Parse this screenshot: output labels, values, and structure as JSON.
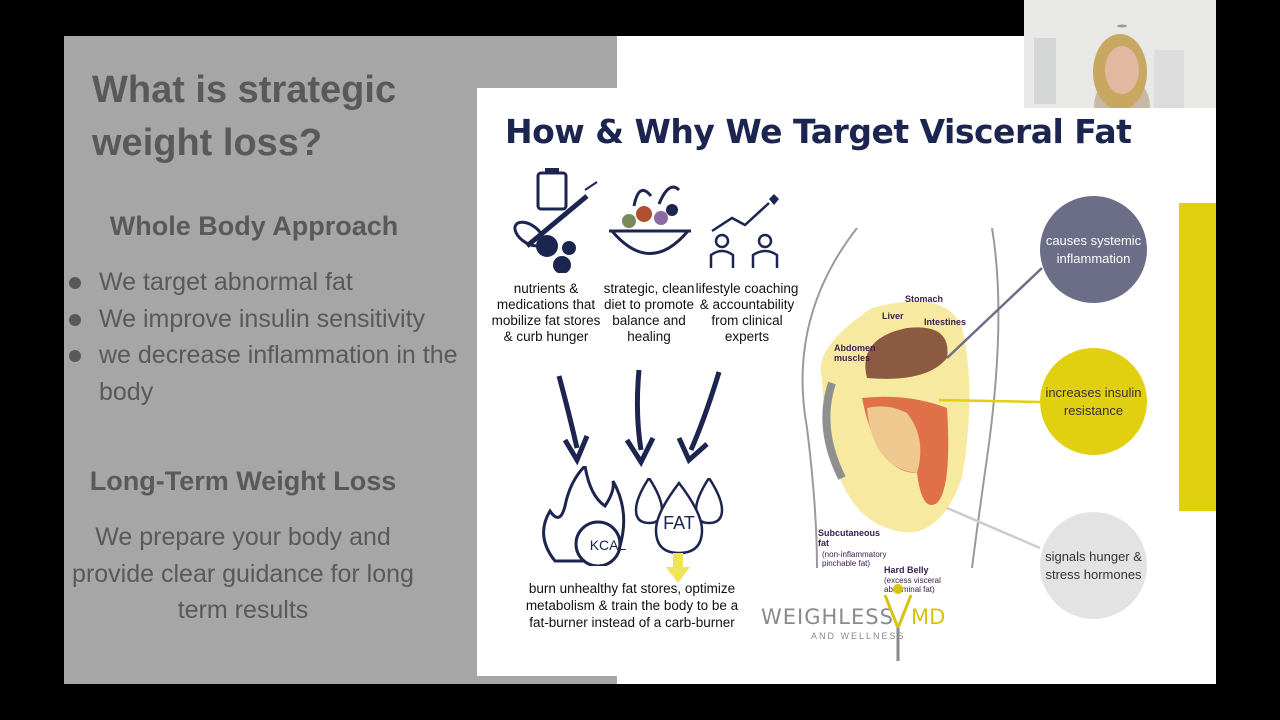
{
  "left_panel": {
    "title": "What is strategic weight loss?",
    "section1_heading": "Whole Body Approach",
    "bullets": [
      "We target abnormal fat",
      "We improve insulin sensitivity",
      "we decrease inflammation in the body"
    ],
    "section2_heading": "Long-Term Weight Loss",
    "closing_text": "We prepare your body and provide clear guidance for long term results"
  },
  "infographic": {
    "title": "How & Why We Target Visceral Fat",
    "columns": [
      {
        "icon": "pills-syringe-icon",
        "text": "nutrients & medications that mobilize fat stores & curb hunger"
      },
      {
        "icon": "salad-bowl-icon",
        "text": "strategic, clean diet to promote balance and healing"
      },
      {
        "icon": "coaching-icon",
        "text": "lifestyle coaching & accountability from clinical experts"
      }
    ],
    "kcal_label": "KCAL",
    "fat_label": "FAT",
    "bottom_text": "burn unhealthy fat stores, optimize metabolism & train the body to be a fat-burner instead of a carb-burner",
    "anatomy_labels": {
      "stomach": "Stomach",
      "liver": "Liver",
      "intestines": "Intestines",
      "abdomen": "Abdomen muscles",
      "subcutaneous": "Subcutaneous fat",
      "subcutaneous_note": "(non-inflammatory pinchable fat)",
      "hard_belly": "Hard Belly",
      "hard_belly_note": "(excess visceral abdominal fat)"
    },
    "circles": [
      {
        "text": "causes systemic inflammation",
        "color": "#6b6e86"
      },
      {
        "text": "increases insulin resistance",
        "color": "#e1d010"
      },
      {
        "text": "signals hunger & stress hormones",
        "color": "#e3e3e3"
      }
    ],
    "logo": {
      "name": "WEIGHLESS",
      "suffix": "MD",
      "tagline": "AND WELLNESS"
    },
    "colors": {
      "navy": "#1b2550",
      "yellow": "#e1d010",
      "gray_panel": "#a6a6a6"
    }
  }
}
